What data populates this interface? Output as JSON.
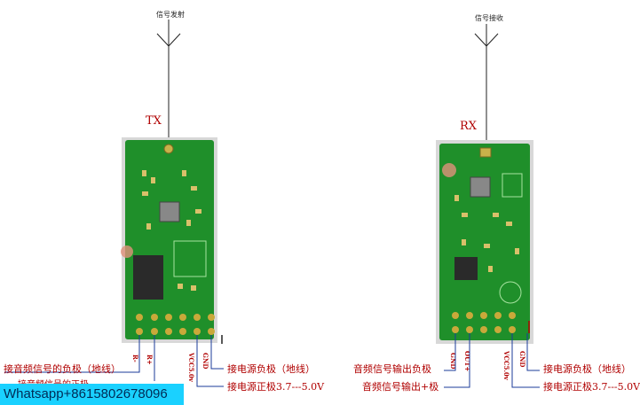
{
  "tx": {
    "antenna_label": "信号发射",
    "module_label": "TX",
    "pins": [
      "R-",
      "R+",
      "VCC5.0v",
      "GND"
    ],
    "label_audio_neg": "接音频信号的负极（地线）",
    "label_audio_pos": "接音频信号的正极",
    "label_power_neg": "接电源负极（地线）",
    "label_power_pos": "接电源正极3.7---5.0V"
  },
  "rx": {
    "antenna_label": "信号接收",
    "module_label": "RX",
    "pins": [
      "GND",
      "OUT+",
      "VCC5.0v",
      "GND"
    ],
    "label_audio_out_neg": "音频信号输出负极",
    "label_audio_out_pos": "音频信号输出+极",
    "label_power_neg": "接电源负极（地线）",
    "label_power_pos": "接电源正极3.7---5.0V"
  },
  "contact": "Whatsapp+8615802678096",
  "colors": {
    "pcb": "#1f8f2a",
    "label": "#b00000",
    "banner": "#1ad1ff"
  }
}
